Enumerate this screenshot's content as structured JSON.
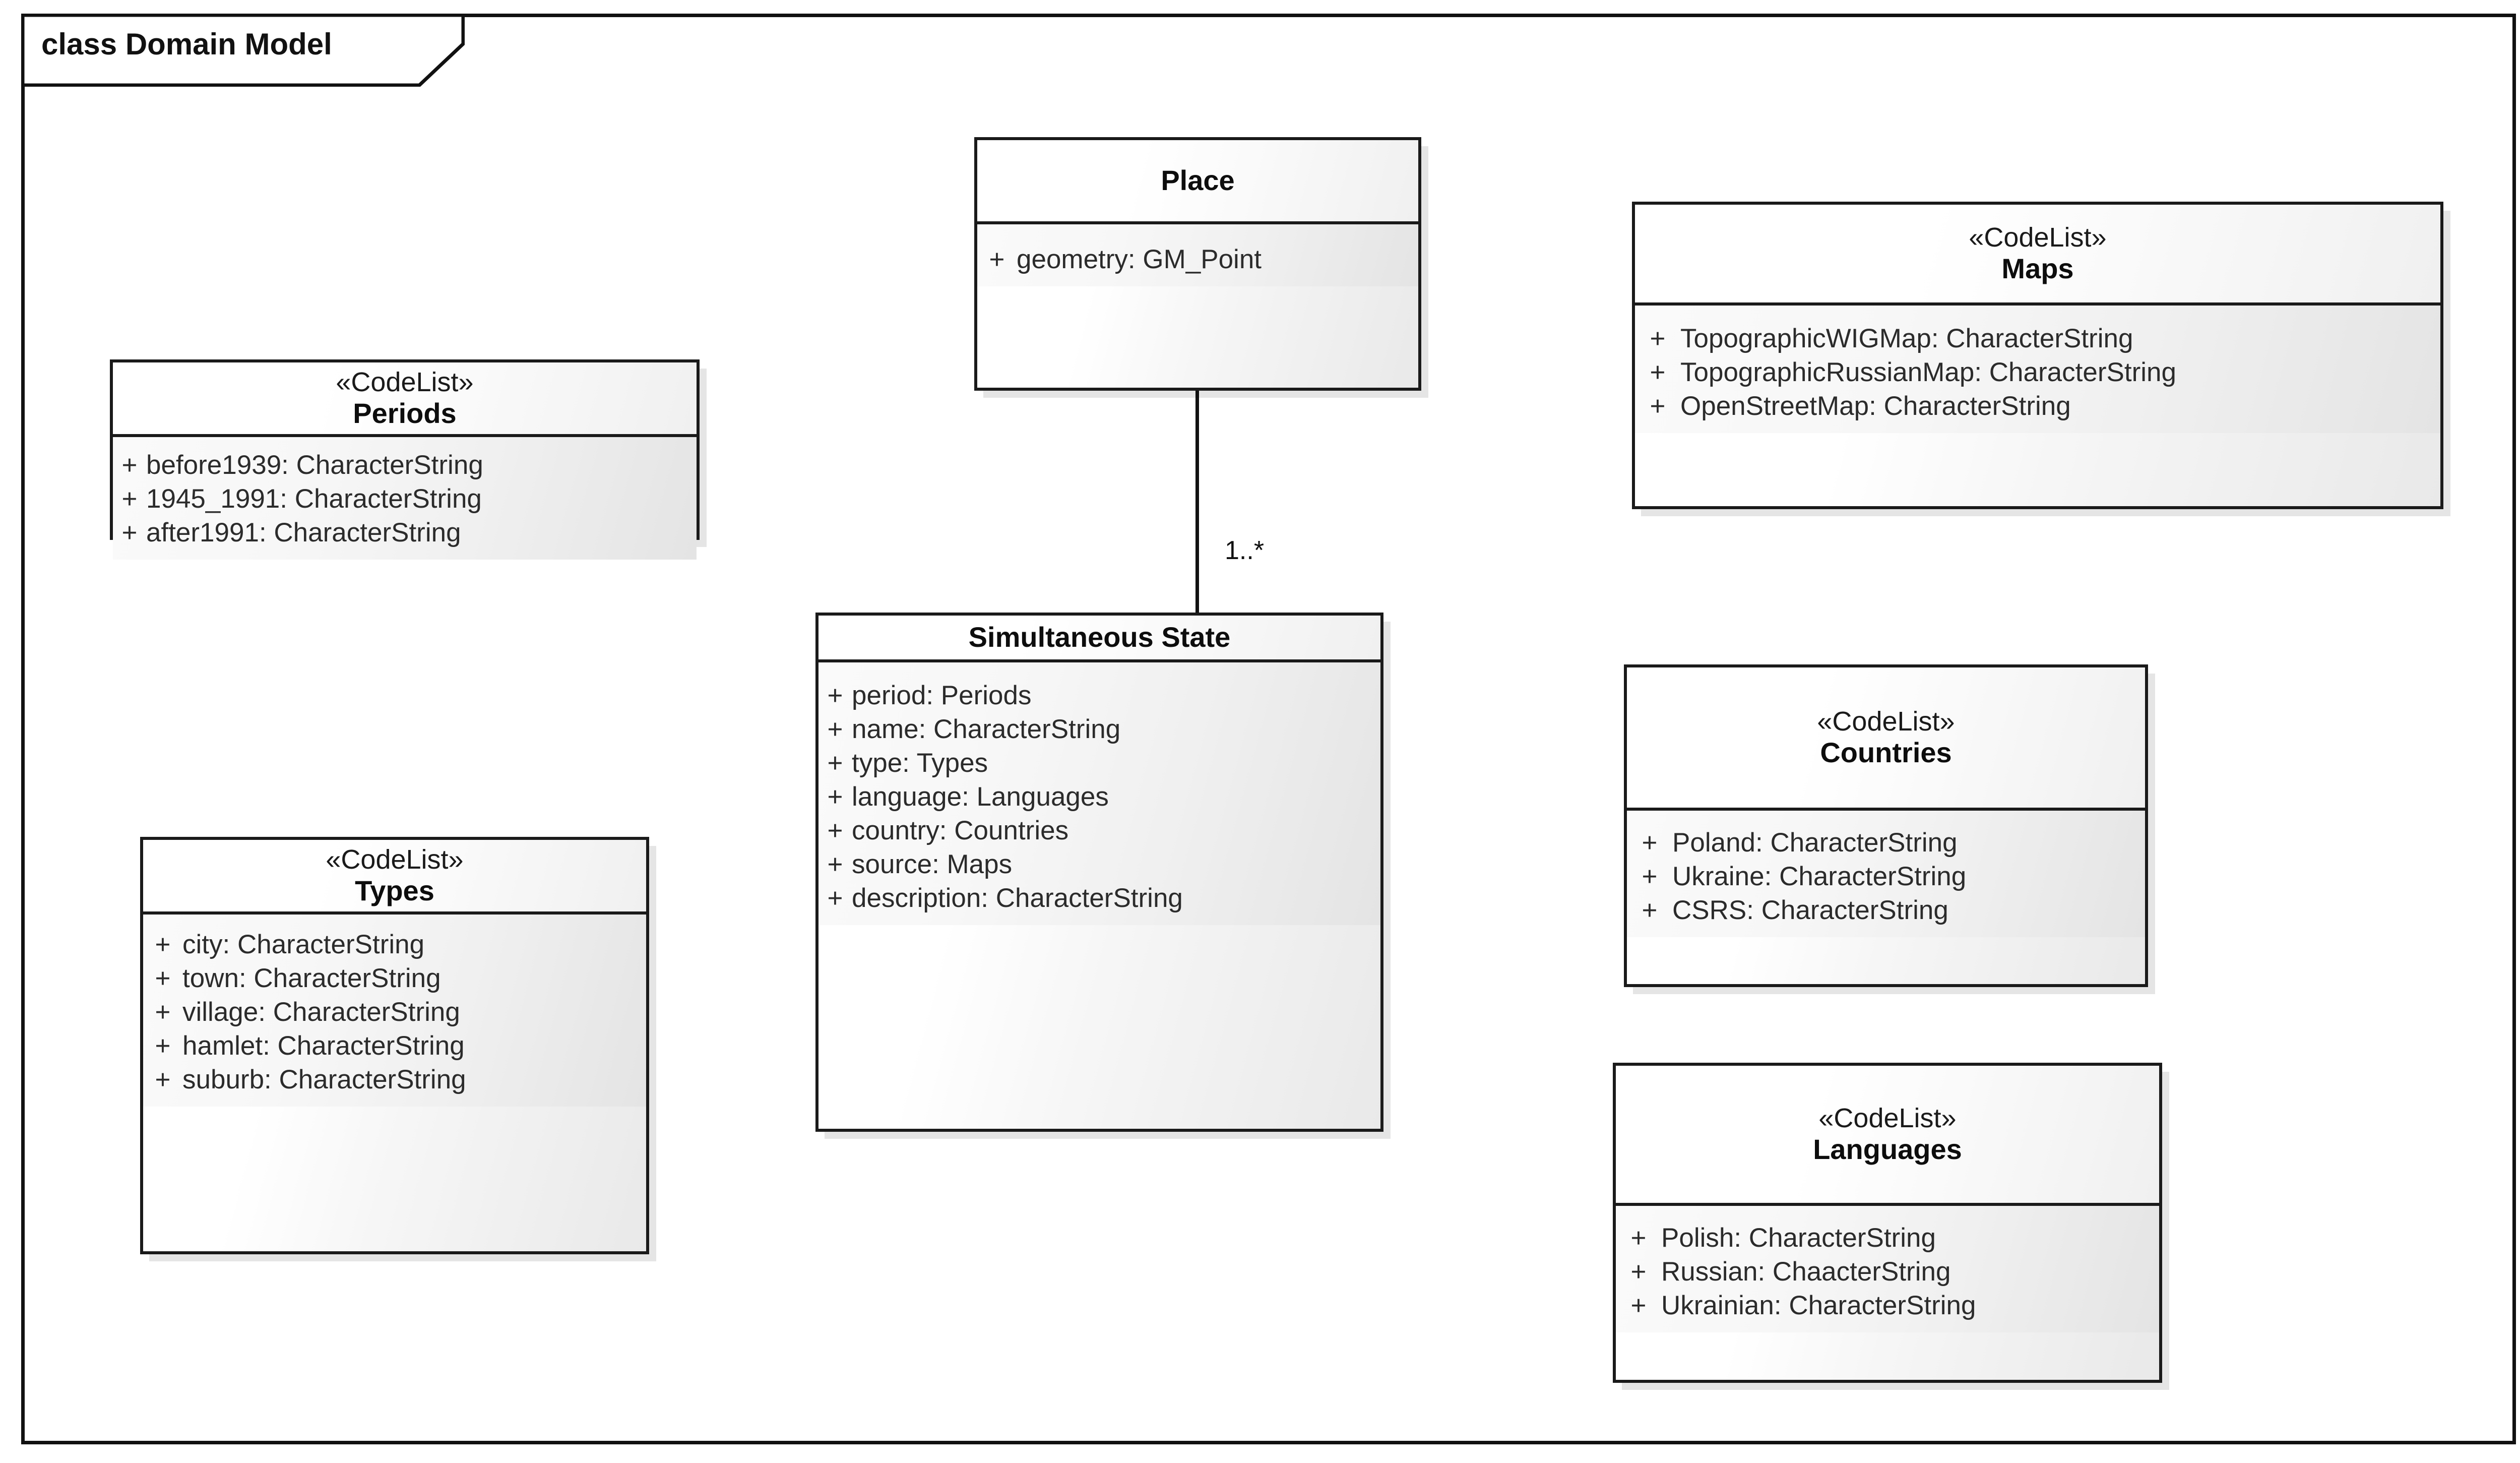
{
  "diagram": {
    "frame_label": "class Domain Model",
    "type": "uml-class-diagram",
    "colors": {
      "border": "#1a1a1a",
      "frame_border": "#111111",
      "fill_light": "#ffffff",
      "fill_shade": "#e4e4e4",
      "text": "#2b2b2b"
    }
  },
  "association": {
    "from": "Place",
    "to": "Simultaneous State",
    "multiplicity_label": "1..*"
  },
  "classes": {
    "place": {
      "stereotype": "",
      "name": "Place",
      "attributes": [
        {
          "visibility": "+",
          "text": "geometry: GM_Point"
        }
      ]
    },
    "simultaneous_state": {
      "stereotype": "",
      "name": "Simultaneous State",
      "attributes": [
        {
          "visibility": "+",
          "text": "period: Periods"
        },
        {
          "visibility": "+",
          "text": "name: CharacterString"
        },
        {
          "visibility": "+",
          "text": "type: Types"
        },
        {
          "visibility": "+",
          "text": "language: Languages"
        },
        {
          "visibility": "+",
          "text": "country: Countries"
        },
        {
          "visibility": "+",
          "text": "source: Maps"
        },
        {
          "visibility": "+",
          "text": "description: CharacterString"
        }
      ]
    },
    "periods": {
      "stereotype": "«CodeList»",
      "name": "Periods",
      "attributes": [
        {
          "visibility": "+",
          "text": "before1939: CharacterString"
        },
        {
          "visibility": "+",
          "text": "1945_1991: CharacterString"
        },
        {
          "visibility": "+",
          "text": "after1991: CharacterString"
        }
      ]
    },
    "types": {
      "stereotype": "«CodeList»",
      "name": "Types",
      "attributes": [
        {
          "visibility": "+",
          "text": "city: CharacterString"
        },
        {
          "visibility": "+",
          "text": "town: CharacterString"
        },
        {
          "visibility": "+",
          "text": "village: CharacterString"
        },
        {
          "visibility": "+",
          "text": "hamlet: CharacterString"
        },
        {
          "visibility": "+",
          "text": "suburb: CharacterString"
        }
      ]
    },
    "maps": {
      "stereotype": "«CodeList»",
      "name": "Maps",
      "attributes": [
        {
          "visibility": "+",
          "text": "TopographicWIGMap: CharacterString"
        },
        {
          "visibility": "+",
          "text": "TopographicRussianMap: CharacterString"
        },
        {
          "visibility": "+",
          "text": "OpenStreetMap: CharacterString"
        }
      ]
    },
    "countries": {
      "stereotype": "«CodeList»",
      "name": "Countries",
      "attributes": [
        {
          "visibility": "+",
          "text": "Poland: CharacterString"
        },
        {
          "visibility": "+",
          "text": "Ukraine: CharacterString"
        },
        {
          "visibility": "+",
          "text": "CSRS: CharacterString"
        }
      ]
    },
    "languages": {
      "stereotype": "«CodeList»",
      "name": "Languages",
      "attributes": [
        {
          "visibility": "+",
          "text": "Polish: CharacterString"
        },
        {
          "visibility": "+",
          "text": "Russian: ChaacterString"
        },
        {
          "visibility": "+",
          "text": "Ukrainian: CharacterString"
        }
      ]
    }
  }
}
